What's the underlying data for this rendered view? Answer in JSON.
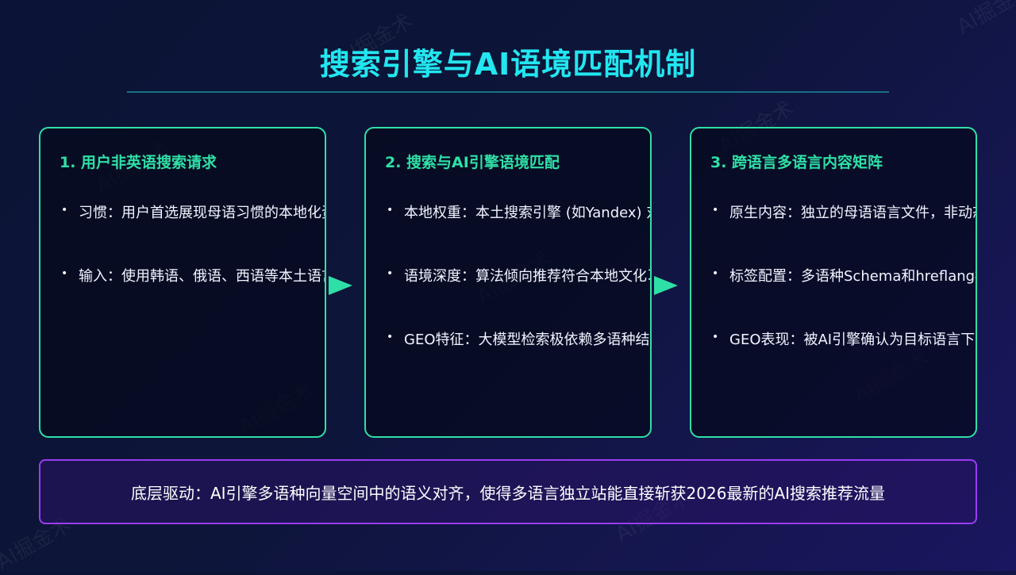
{
  "watermark_text": "AI掘金术",
  "page_title": "搜索引擎与AI语境匹配机制",
  "cards": [
    {
      "title": "1. 用户非英语搜索请求",
      "items": [
        "习惯：用户首选展现母语习惯的本地化资",
        "输入：使用韩语、俄语、西语等本土语言"
      ]
    },
    {
      "title": "2. 搜索与AI引擎语境匹配",
      "items": [
        "本地权重：本土搜索引擎 (如Yandex) 对本",
        "语境深度：算法倾向推荐符合本地文化习",
        "GEO特征：大模型检索极依赖多语种结构"
      ]
    },
    {
      "title": "3. 跨语言多语言内容矩阵",
      "items": [
        "原生内容：独立的母语语言文件，非动态",
        "标签配置：多语种Schema和hreflang标签",
        "GEO表现：被AI引擎确认为目标语言下的权"
      ]
    }
  ],
  "bullet_symbol": "•",
  "bottom_note": "底层驱动：AI引擎多语种向量空间中的语义对齐，使得多语言独立站能直接斩获2026最新的AI搜索推荐流量",
  "colors": {
    "title": "#22e6f0",
    "card_border": "#2fe0a6",
    "card_title": "#2fe0a6",
    "bottom_border": "#9b3cf2",
    "background_start": "#0b1436",
    "background_end": "#1a1660"
  }
}
